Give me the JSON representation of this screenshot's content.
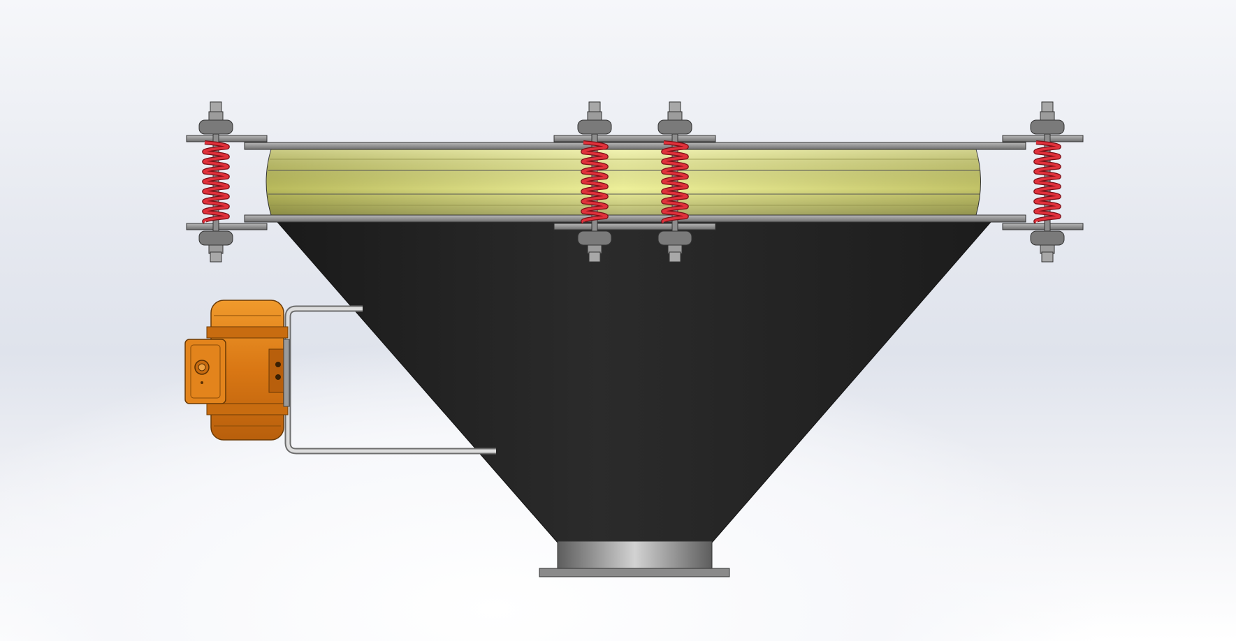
{
  "scene": {
    "subject": "vibrating-hopper-assembly",
    "view": "front-elevation",
    "colors": {
      "background_light": "#ffffff",
      "background_shade": "#dfe3ec",
      "hopper_body": "#222222",
      "flexible_sleeve": "#d6d77c",
      "spring": "#d11f2a",
      "steel": "#9a9a9a",
      "vibrator_motor": "#d97714",
      "handle_rail": "#b8b8b8"
    },
    "components": [
      {
        "name": "conical-hopper",
        "icon": "cone-shape"
      },
      {
        "name": "flexible-sleeve",
        "icon": "cylinder-band"
      },
      {
        "name": "isolation-spring",
        "count": 4,
        "icon": "coil-spring"
      },
      {
        "name": "vibrator-motor",
        "icon": "motor-block"
      },
      {
        "name": "outlet-flange",
        "icon": "flange"
      },
      {
        "name": "handle-bracket",
        "icon": "u-bracket"
      }
    ]
  }
}
